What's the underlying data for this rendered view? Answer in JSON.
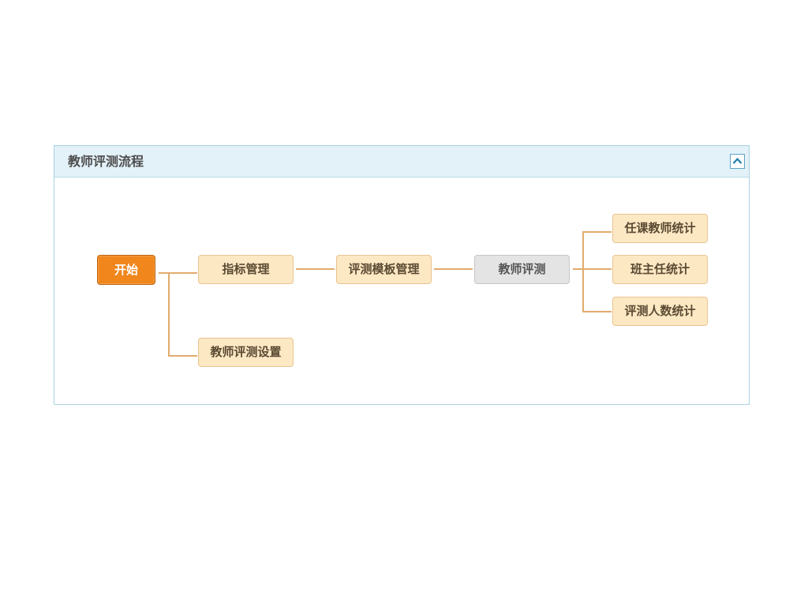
{
  "panel": {
    "title": "教师评测流程",
    "collapse_icon": "chevron-up-icon"
  },
  "flow": {
    "start": "开始",
    "indicator_management": "指标管理",
    "template_management": "评测模板管理",
    "teacher_evaluation": "教师评测",
    "evaluation_settings": "教师评测设置",
    "stat_course_teacher": "任课教师统计",
    "stat_class_teacher": "班主任统计",
    "stat_evaluator_count": "评测人数统计"
  },
  "colors": {
    "start_fill": "#f0861c",
    "step_fill": "#fde8c4",
    "current_fill": "#e4e4e4",
    "connector": "#e2ab6c",
    "header_fill": "#e3f1f8",
    "panel_border": "#a9d3e4"
  }
}
